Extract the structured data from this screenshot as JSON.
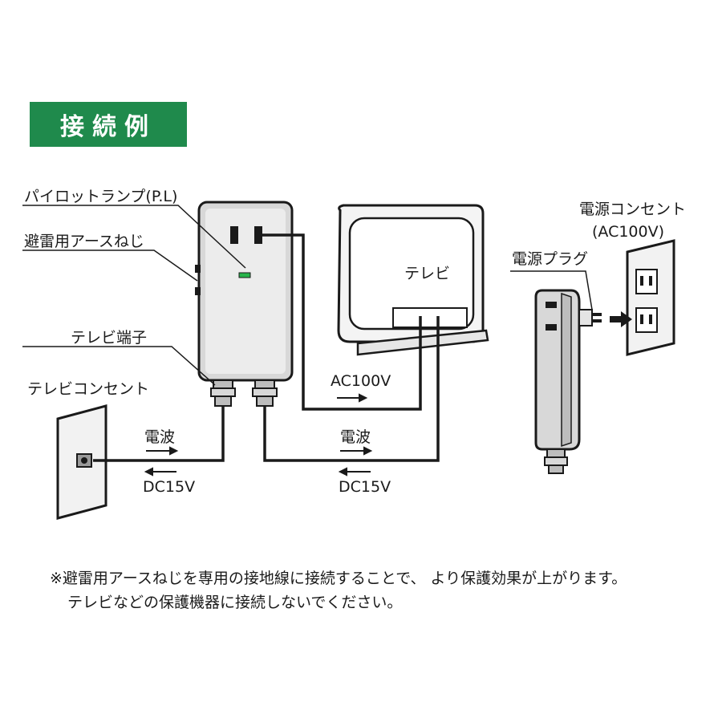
{
  "header": {
    "title": "接続例"
  },
  "labels": {
    "pilot_lamp": "パイロットランプ(P.L)",
    "lightning_ground_screw": "避雷用アースねじ",
    "tv_terminal": "テレビ端子",
    "tv_outlet": "テレビコンセント",
    "tv": "テレビ",
    "ac100v": "AC100V",
    "power_outlet": "電源コンセント",
    "power_outlet_voltage": "(AC100V)",
    "power_plug": "電源プラグ",
    "wave_left": "電波",
    "dc_left": "DC15V",
    "wave_right": "電波",
    "dc_right": "DC15V"
  },
  "notes": {
    "line1": "※避雷用アースねじを専用の接地線に接続することで、 より保護効果が上がります。",
    "line2": "テレビなどの保護機器に接続しないでください。"
  },
  "colors": {
    "header_bg": "#1f8a4c",
    "header_text": "#ffffff",
    "device_body": "#d8d8d8",
    "pilot_lamp": "#27b34a",
    "line": "#1a1a1a"
  }
}
